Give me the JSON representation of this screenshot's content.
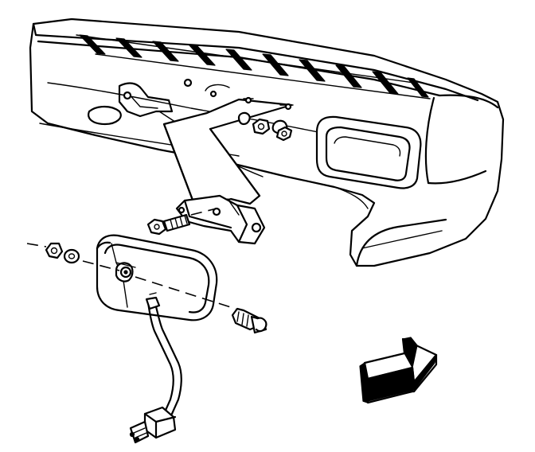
{
  "figure": {
    "style_colors": {
      "ink": "#000000",
      "paper": "#ffffff"
    },
    "parts": [
      "rear-bumper",
      "mounting-bracket",
      "bracket-bolt",
      "bracket-nut-upper",
      "bracket-nut-lower",
      "fog-lamp-housing",
      "lamp-pivot-bolt",
      "lamp-nut",
      "lamp-washer",
      "wiring-harness",
      "electrical-connector",
      "view-direction-arrow"
    ]
  }
}
